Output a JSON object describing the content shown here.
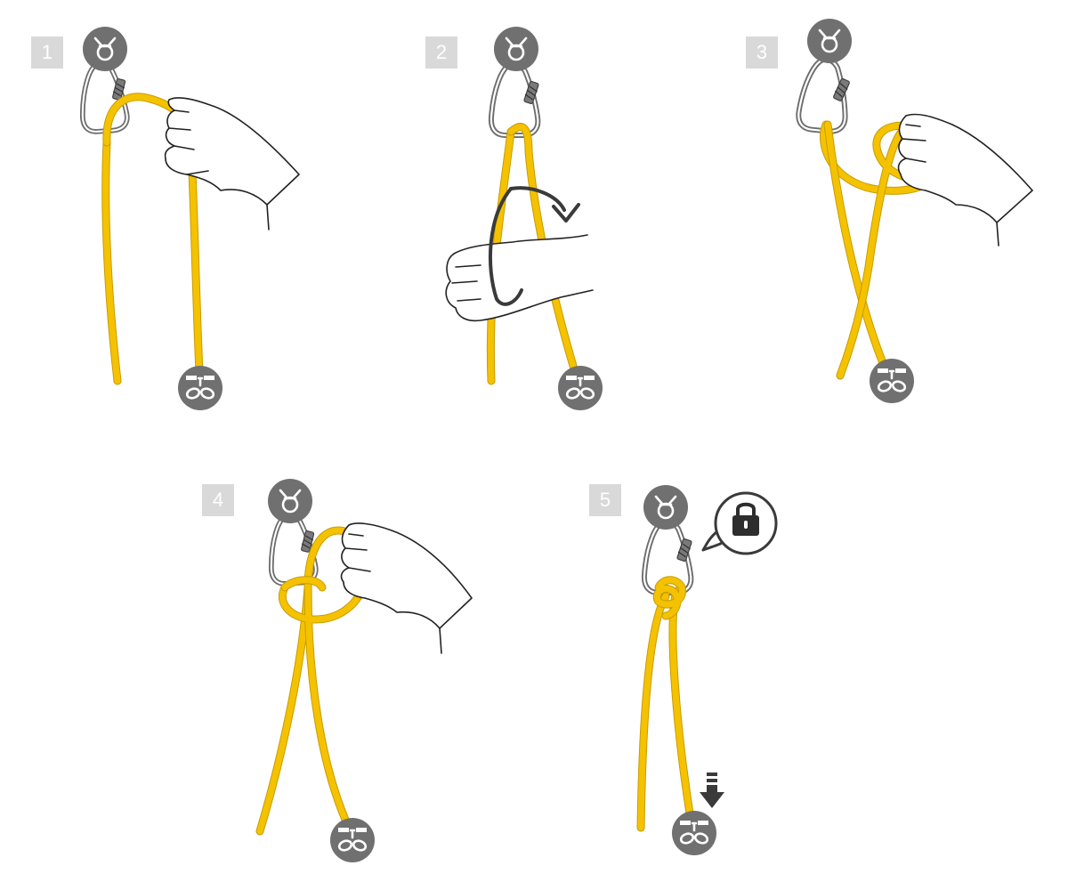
{
  "steps": [
    {
      "number": "1"
    },
    {
      "number": "2"
    },
    {
      "number": "3"
    },
    {
      "number": "4"
    },
    {
      "number": "5"
    }
  ],
  "icons": {
    "anchor": "anchor-icon",
    "harness": "harness-icon",
    "lock": "lock-icon",
    "rotate_arrow": "rotate-arrow-icon",
    "pull_arrow": "pull-down-arrow-icon"
  },
  "colors": {
    "rope": "#f5c200",
    "icon_disc": "#707070",
    "badge": "#d9d9d9",
    "karabiner": "#6d6d6d"
  }
}
